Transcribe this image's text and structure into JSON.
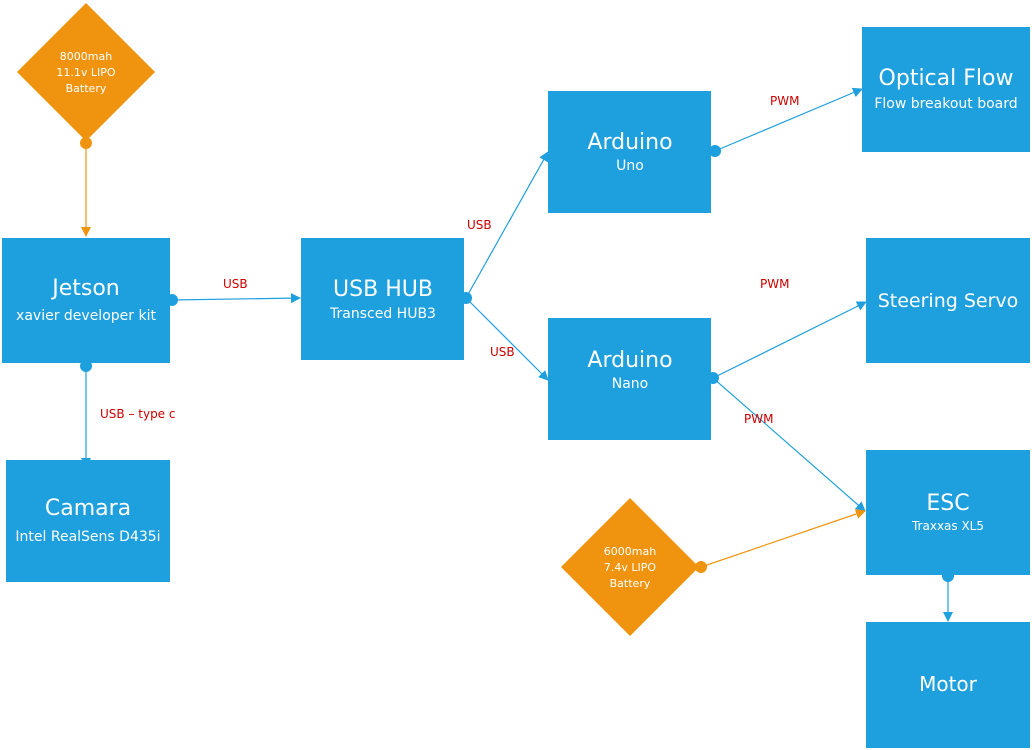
{
  "colors": {
    "box": "#1e9fde",
    "battery": "#f0940f",
    "connector_blue": "#1e9fde",
    "connector_orange": "#f0940f",
    "label": "#cc0000"
  },
  "nodes": {
    "battery_main": {
      "lines": [
        "8000mah",
        "11.1v LIPO",
        "Battery"
      ]
    },
    "jetson": {
      "title": "Jetson",
      "subtitle": "xavier developer kit"
    },
    "camara": {
      "title": "Camara",
      "subtitle": "Intel RealSens D435i"
    },
    "usb_hub": {
      "title": "USB HUB",
      "subtitle": "Transced HUB3"
    },
    "arduino_uno": {
      "title": "Arduino",
      "subtitle": "Uno"
    },
    "arduino_nano": {
      "title": "Arduino",
      "subtitle": "Nano"
    },
    "optical_flow": {
      "title": "Optical Flow",
      "subtitle": "Flow breakout board"
    },
    "steering_servo": {
      "title": "Steering Servo"
    },
    "esc": {
      "title": "ESC",
      "subtitle": "Traxxas XL5"
    },
    "battery_esc": {
      "lines": [
        "6000mah",
        "7.4v LIPO",
        "Battery"
      ]
    },
    "motor": {
      "title": "Motor"
    }
  },
  "edges": {
    "jetson_camara": "USB – type c",
    "jetson_hub": "USB",
    "hub_uno": "USB",
    "hub_nano": "USB",
    "uno_flow": "PWM",
    "nano_servo": "PWM",
    "nano_esc": "PWM"
  }
}
